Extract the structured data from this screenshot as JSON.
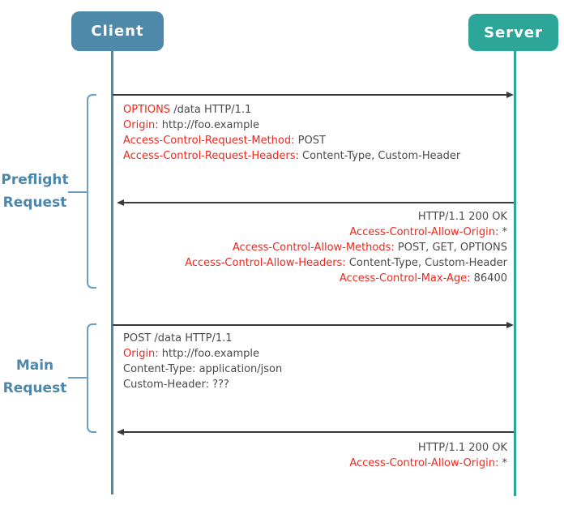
{
  "actors": {
    "client": {
      "label": "Client",
      "color": "#4e89aa"
    },
    "server": {
      "label": "Server",
      "color": "#2da699"
    }
  },
  "groups": {
    "preflight": {
      "line1": "Preflight",
      "line2": "Request"
    },
    "main": {
      "line1": "Main",
      "line2": "Request"
    }
  },
  "colors": {
    "header_red": "#ee281e",
    "text_gray": "#4a4a4a",
    "arrow": "#3a3a3a",
    "bracket_blue": "#6b9fc0",
    "label_blue": "#4e86ab"
  },
  "messages": {
    "preflight_request": {
      "direction": "client-to-server",
      "lines": [
        {
          "label": "OPTIONS",
          "value": " /data HTTP/1.1"
        },
        {
          "label": "Origin:",
          "value": " http://foo.example"
        },
        {
          "label": "Access-Control-Request-Method:",
          "value": " POST"
        },
        {
          "label": "Access-Control-Request-Headers:",
          "value": " Content-Type, Custom-Header"
        }
      ]
    },
    "preflight_response": {
      "direction": "server-to-client",
      "lines": [
        {
          "label": "",
          "value": "HTTP/1.1 200 OK"
        },
        {
          "label": "Access-Control-Allow-Origin:",
          "value": " *"
        },
        {
          "label": "Access-Control-Allow-Methods:",
          "value": " POST, GET, OPTIONS"
        },
        {
          "label": "Access-Control-Allow-Headers:",
          "value": " Content-Type, Custom-Header"
        },
        {
          "label": "Access-Control-Max-Age:",
          "value": " 86400"
        }
      ]
    },
    "main_request": {
      "direction": "client-to-server",
      "lines": [
        {
          "label": "",
          "value": "POST /data HTTP/1.1"
        },
        {
          "label": "Origin:",
          "value": " http://foo.example"
        },
        {
          "label": "",
          "value": "Content-Type: application/json"
        },
        {
          "label": "",
          "value": "Custom-Header: ???"
        }
      ]
    },
    "main_response": {
      "direction": "server-to-client",
      "lines": [
        {
          "label": "",
          "value": "HTTP/1.1 200 OK"
        },
        {
          "label": "Access-Control-Allow-Origin:",
          "value": " *"
        }
      ]
    }
  }
}
